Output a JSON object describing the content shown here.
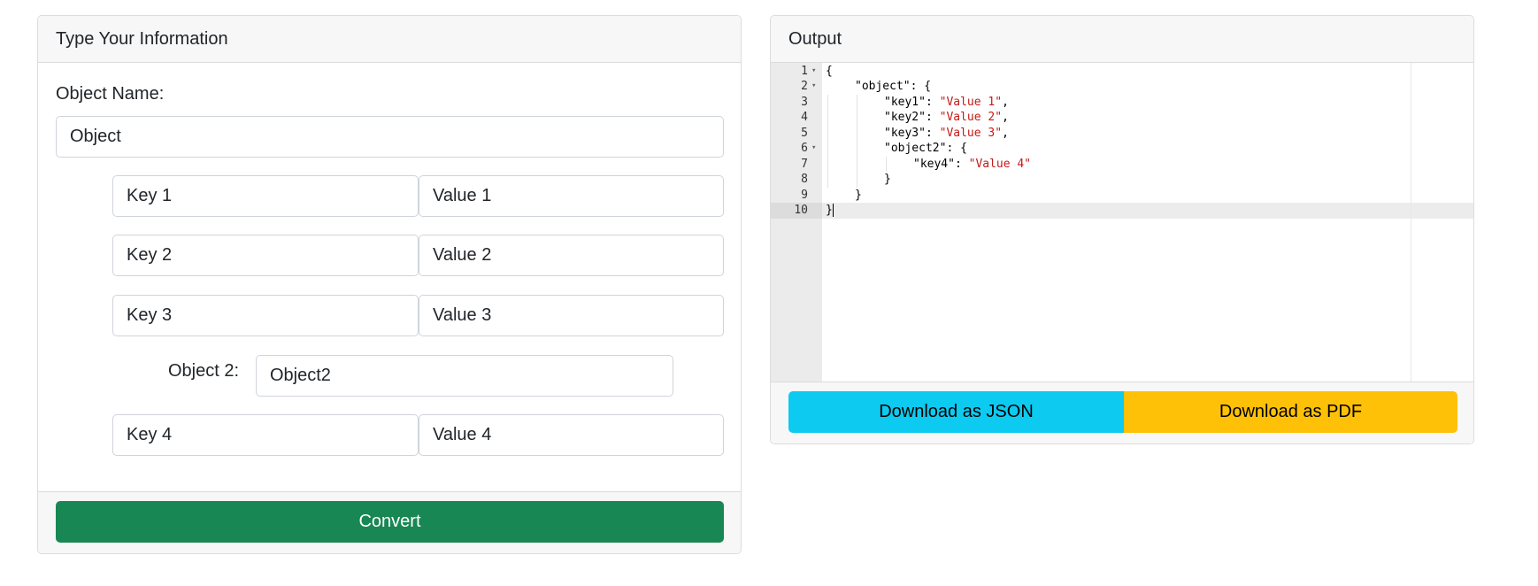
{
  "form": {
    "header": "Type Your Information",
    "object_name_label": "Object Name:",
    "object_name_value": "Object",
    "pairs": [
      {
        "key": "Key 1",
        "value": "Value 1"
      },
      {
        "key": "Key 2",
        "value": "Value 2"
      },
      {
        "key": "Key 3",
        "value": "Value 3"
      }
    ],
    "object2_label": "Object 2:",
    "object2_value": "Object2",
    "nested_pairs": [
      {
        "key": "Key 4",
        "value": "Value 4"
      }
    ],
    "convert_label": "Convert"
  },
  "output": {
    "header": "Output",
    "lines": [
      {
        "n": "1",
        "fold": "▾",
        "indent": 0,
        "text": "{"
      },
      {
        "n": "2",
        "fold": "▾",
        "indent": 1,
        "text": "\"object\": {"
      },
      {
        "n": "3",
        "fold": "",
        "indent": 2,
        "key": "\"key1\": ",
        "str": "\"Value 1\"",
        "tail": ","
      },
      {
        "n": "4",
        "fold": "",
        "indent": 2,
        "key": "\"key2\": ",
        "str": "\"Value 2\"",
        "tail": ","
      },
      {
        "n": "5",
        "fold": "",
        "indent": 2,
        "key": "\"key3\": ",
        "str": "\"Value 3\"",
        "tail": ","
      },
      {
        "n": "6",
        "fold": "▾",
        "indent": 2,
        "text": "\"object2\": {"
      },
      {
        "n": "7",
        "fold": "",
        "indent": 3,
        "key": "\"key4\": ",
        "str": "\"Value 4\"",
        "tail": ""
      },
      {
        "n": "8",
        "fold": "",
        "indent": 2,
        "text": "}"
      },
      {
        "n": "9",
        "fold": "",
        "indent": 1,
        "text": "}"
      },
      {
        "n": "10",
        "fold": "",
        "indent": 0,
        "text": "}"
      }
    ],
    "download_json_label": "Download as JSON",
    "download_pdf_label": "Download as PDF"
  }
}
